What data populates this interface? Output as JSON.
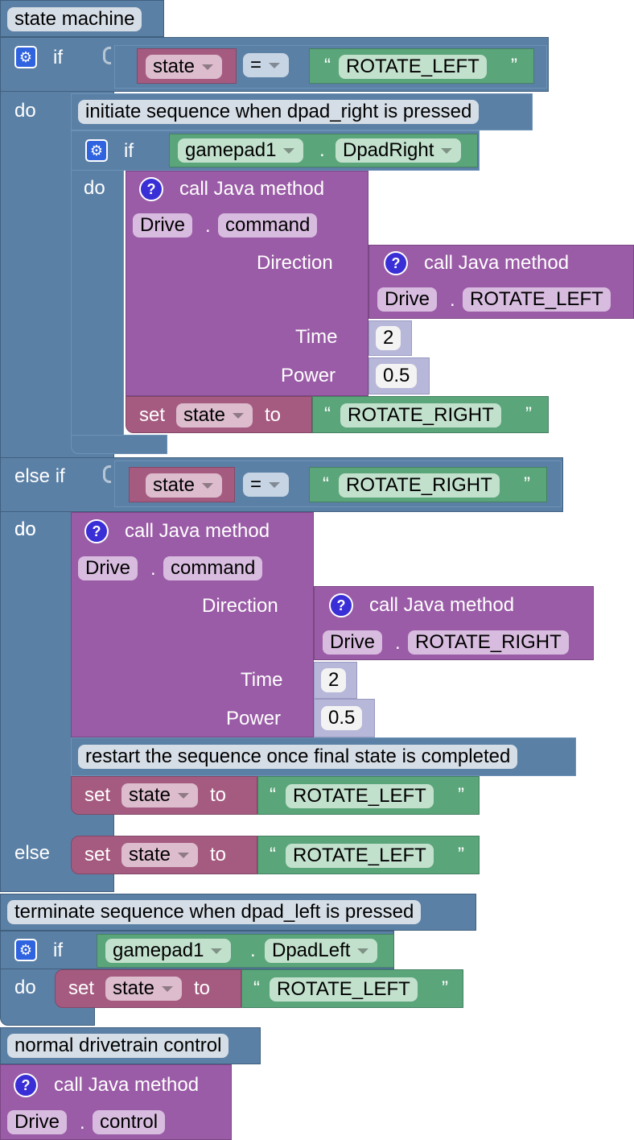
{
  "comments": {
    "state_machine": "state machine",
    "initiate": "initiate sequence when dpad_right is pressed",
    "restart": "restart the sequence once final state is completed",
    "terminate": "terminate sequence when dpad_left is pressed",
    "normal": "normal drivetrain control"
  },
  "keywords": {
    "if": "if",
    "do": "do",
    "else_if": "else if",
    "else": "else",
    "set": "set",
    "to": "to",
    "call_java": "call Java method",
    "dot": ".",
    "quote_open": "“",
    "quote_close": "”",
    "help": "?"
  },
  "variables": {
    "state": "state"
  },
  "operators": {
    "equals": "="
  },
  "strings": {
    "rotate_left": "ROTATE_LEFT",
    "rotate_right": "ROTATE_RIGHT"
  },
  "gamepad": {
    "device": "gamepad1",
    "dpad_right": "DpadRight",
    "dpad_left": "DpadLeft"
  },
  "java": {
    "class": "Drive",
    "command": "command",
    "control": "control",
    "rotate_left": "ROTATE_LEFT",
    "rotate_right": "ROTATE_RIGHT"
  },
  "params": {
    "direction": "Direction",
    "time": "Time",
    "power": "Power",
    "time_value": "2",
    "power_value": "0.5"
  },
  "colors": {
    "control": "#5b80a5",
    "java": "#9a5ca6",
    "text_value": "#5ba57a",
    "variable": "#a55b80",
    "number": "#b7b7d9"
  }
}
